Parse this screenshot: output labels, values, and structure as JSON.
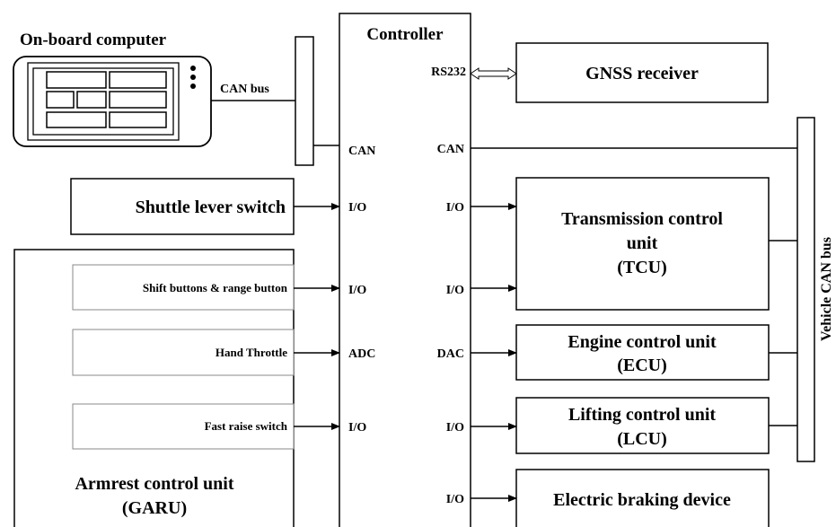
{
  "onboard_computer": {
    "title": "On-board computer"
  },
  "can_bus_label": "CAN bus",
  "controller": {
    "title": "Controller",
    "rs232": "RS232",
    "left_ports": [
      "CAN",
      "I/O",
      "I/O",
      "ADC",
      "I/O"
    ],
    "right_ports": [
      "CAN",
      "I/O",
      "I/O",
      "DAC",
      "I/O",
      "I/O"
    ]
  },
  "gnss": {
    "label": "GNSS  receiver"
  },
  "shuttle": {
    "label": "Shuttle lever switch"
  },
  "armrest": {
    "title_line1": "Armrest control unit",
    "title_line2": "(GARU)",
    "inputs": [
      "Shift buttons & range button",
      "Hand Throttle",
      "Fast raise switch"
    ]
  },
  "tcu": {
    "line1": "Transmission  control",
    "line2": "unit",
    "line3": "(TCU)"
  },
  "ecu": {
    "line1": "Engine control unit",
    "line2": "(ECU)"
  },
  "lcu": {
    "line1": "Lifting  control unit",
    "line2": "(LCU)"
  },
  "brake": {
    "label": "Electric braking device"
  },
  "vehicle_bus": {
    "label": "Vehicle CAN bus"
  }
}
